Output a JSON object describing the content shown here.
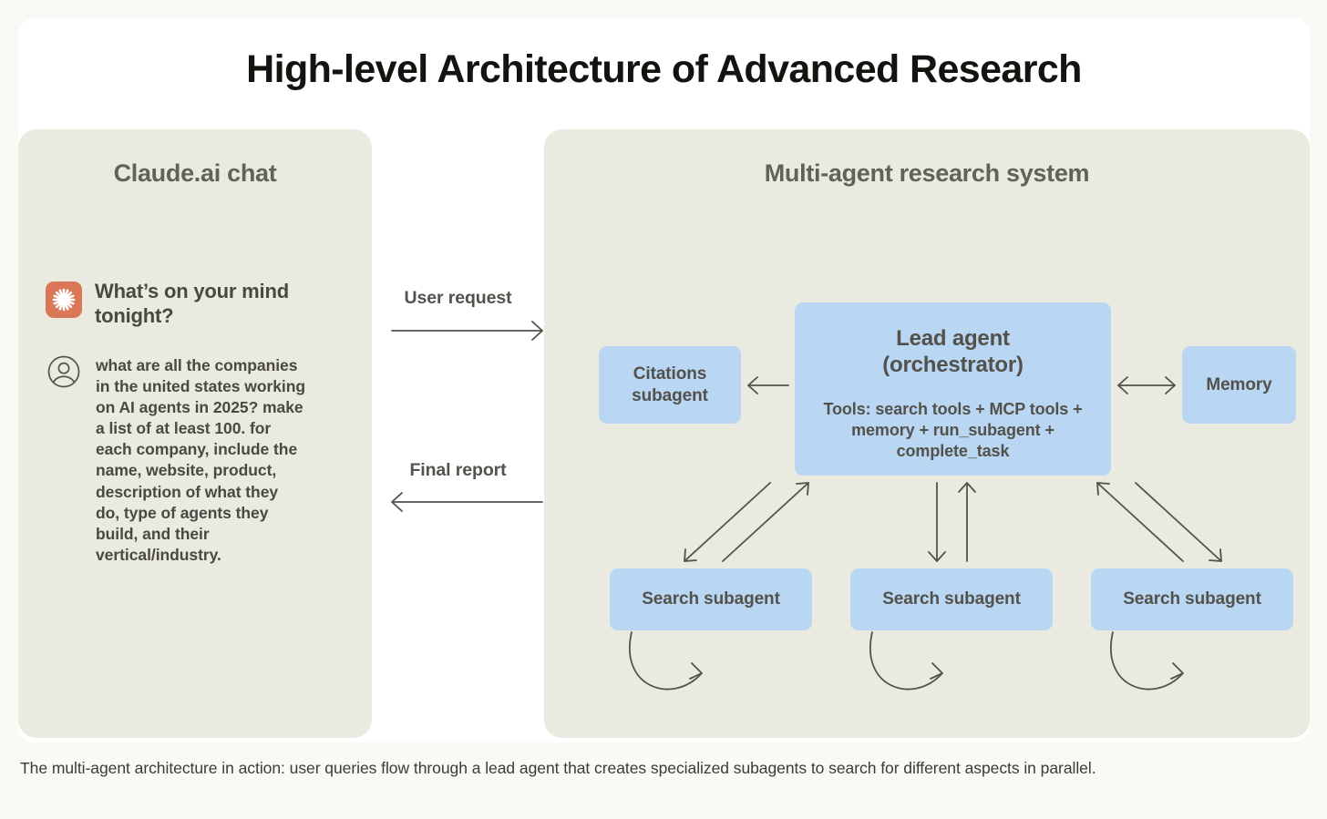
{
  "figure": {
    "title": "High-level Architecture of Advanced Research",
    "caption": "The multi-agent architecture in action: user queries flow through a lead agent that creates specialized subagents to search for different aspects in parallel."
  },
  "colors": {
    "page_background": "#faf9f5",
    "card_background": "#ffffff",
    "panel_background": "#ebeae1",
    "agent_box_fill": "#b9d6f2",
    "claude_logo_orange": "#d97757",
    "connector_stroke": "#54524c",
    "heading_text": "#15130f",
    "panel_title_text": "#62615a",
    "body_text": "#4a4843"
  },
  "chat_panel": {
    "title": "Claude.ai chat",
    "greeting": "What’s on your mind tonight?",
    "logo_icon": "claude-starburst-icon",
    "user_avatar_icon": "user-avatar-icon",
    "user_message": "what are all the companies in the united states working on AI agents in 2025? make a list of at least 100. for each company, include the name, website, product, description of what they do, type of agents they build, and their vertical/industry."
  },
  "flow": {
    "user_request_label": "User request",
    "final_report_label": "Final report"
  },
  "system_panel": {
    "title": "Multi-agent research system",
    "lead_agent": {
      "title": "Lead agent\n(orchestrator)",
      "title_line_1": "Lead agent",
      "title_line_2": "(orchestrator)",
      "tools": "Tools: search tools + MCP tools + memory + run_subagent + complete_task"
    },
    "citations": {
      "label_line_1": "Citations",
      "label_line_2": "subagent"
    },
    "memory": {
      "label": "Memory"
    },
    "search_subagents": [
      {
        "label": "Search subagent"
      },
      {
        "label": "Search subagent"
      },
      {
        "label": "Search subagent"
      }
    ]
  }
}
